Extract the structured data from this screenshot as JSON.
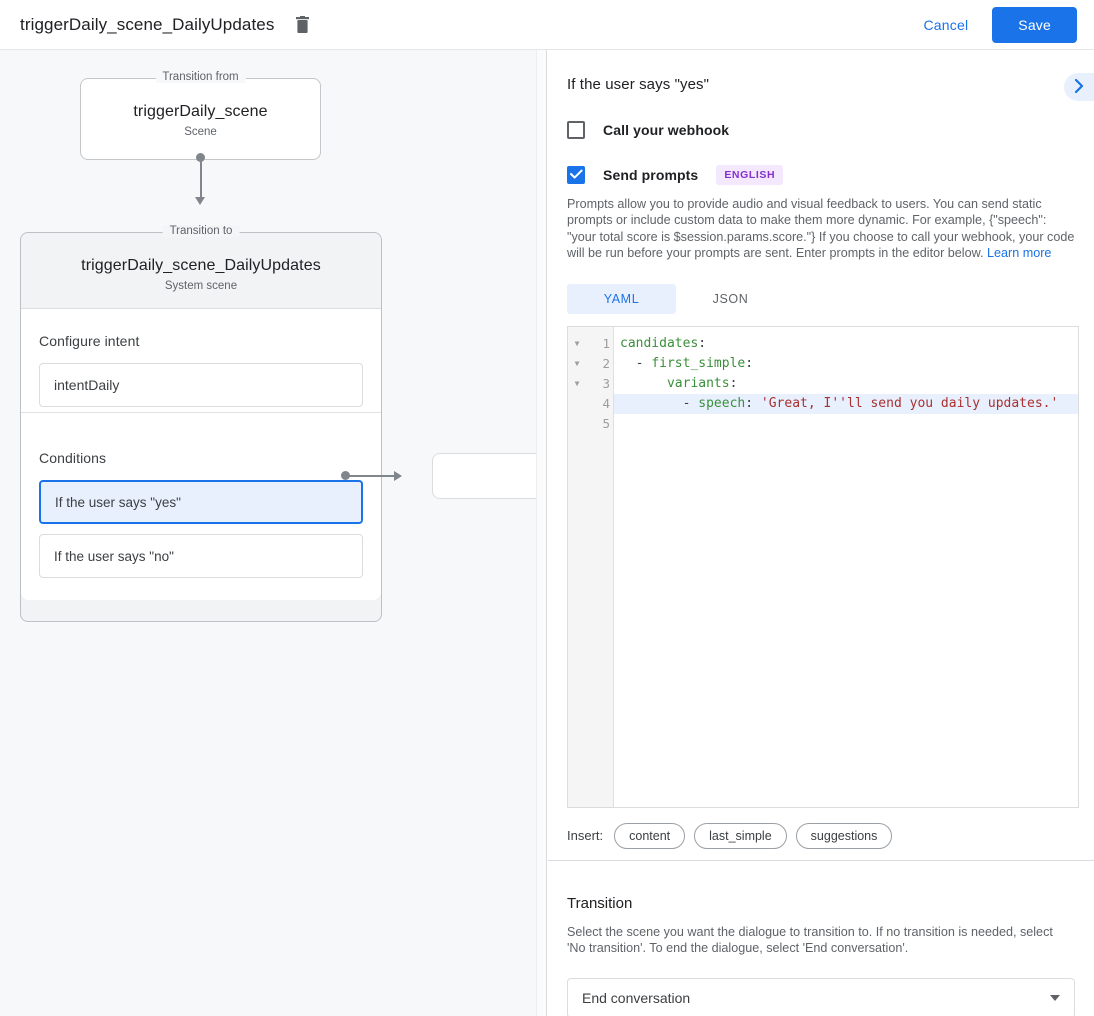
{
  "topbar": {
    "title": "triggerDaily_scene_DailyUpdates",
    "delete_icon": "trash-icon",
    "cancel_label": "Cancel",
    "save_label": "Save",
    "accent_color": "#1a73e8"
  },
  "canvas": {
    "from_group": {
      "legend": "Transition from",
      "title": "triggerDaily_scene",
      "subtitle": "Scene"
    },
    "to_group": {
      "legend": "Transition to",
      "title": "triggerDaily_scene_DailyUpdates",
      "subtitle": "System scene"
    },
    "configure_intent": {
      "label": "Configure intent",
      "value": "intentDaily"
    },
    "conditions": {
      "label": "Conditions",
      "items": [
        {
          "label": "If the user says \"yes\"",
          "selected": true
        },
        {
          "label": "If the user says \"no\"",
          "selected": false
        }
      ]
    }
  },
  "panel": {
    "title": "If the user says \"yes\"",
    "expand_icon": "chevron-right-icon",
    "webhook": {
      "label": "Call your webhook",
      "checked": false
    },
    "prompts": {
      "label": "Send prompts",
      "checked": true,
      "language_badge": "ENGLISH",
      "badge_color": "#8430ce",
      "description": "Prompts allow you to provide audio and visual feedback to users. You can send static prompts or include custom data to make them more dynamic. For example, {\"speech\": \"your total score is $session.params.score.\"} If you choose to call your webhook, your code will be run before your prompts are sent. Enter prompts in the editor below. ",
      "learn_more": "Learn more"
    },
    "editor": {
      "tabs": [
        {
          "label": "YAML",
          "active": true
        },
        {
          "label": "JSON",
          "active": false
        }
      ],
      "lines": [
        {
          "num": "1",
          "fold": true,
          "highlight": false,
          "segments": [
            {
              "text": "candidates",
              "type": "key"
            },
            {
              "text": ":",
              "type": "plain"
            }
          ]
        },
        {
          "num": "2",
          "fold": true,
          "highlight": false,
          "segments": [
            {
              "text": "  - ",
              "type": "plain"
            },
            {
              "text": "first_simple",
              "type": "key"
            },
            {
              "text": ":",
              "type": "plain"
            }
          ]
        },
        {
          "num": "3",
          "fold": true,
          "highlight": false,
          "segments": [
            {
              "text": "      ",
              "type": "plain"
            },
            {
              "text": "variants",
              "type": "key"
            },
            {
              "text": ":",
              "type": "plain"
            }
          ]
        },
        {
          "num": "4",
          "fold": false,
          "highlight": true,
          "segments": [
            {
              "text": "        - ",
              "type": "plain"
            },
            {
              "text": "speech",
              "type": "key"
            },
            {
              "text": ": ",
              "type": "plain"
            },
            {
              "text": "'Great, I''ll send you daily updates.'",
              "type": "str"
            }
          ]
        },
        {
          "num": "5",
          "fold": false,
          "highlight": false,
          "segments": []
        }
      ]
    },
    "insert": {
      "label": "Insert:",
      "chips": [
        "content",
        "last_simple",
        "suggestions"
      ]
    },
    "transition": {
      "title": "Transition",
      "description": "Select the scene you want the dialogue to transition to. If no transition is needed, select 'No transition'. To end the dialogue, select 'End conversation'.",
      "selected": "End conversation",
      "caret_icon": "chevron-down-icon"
    }
  }
}
